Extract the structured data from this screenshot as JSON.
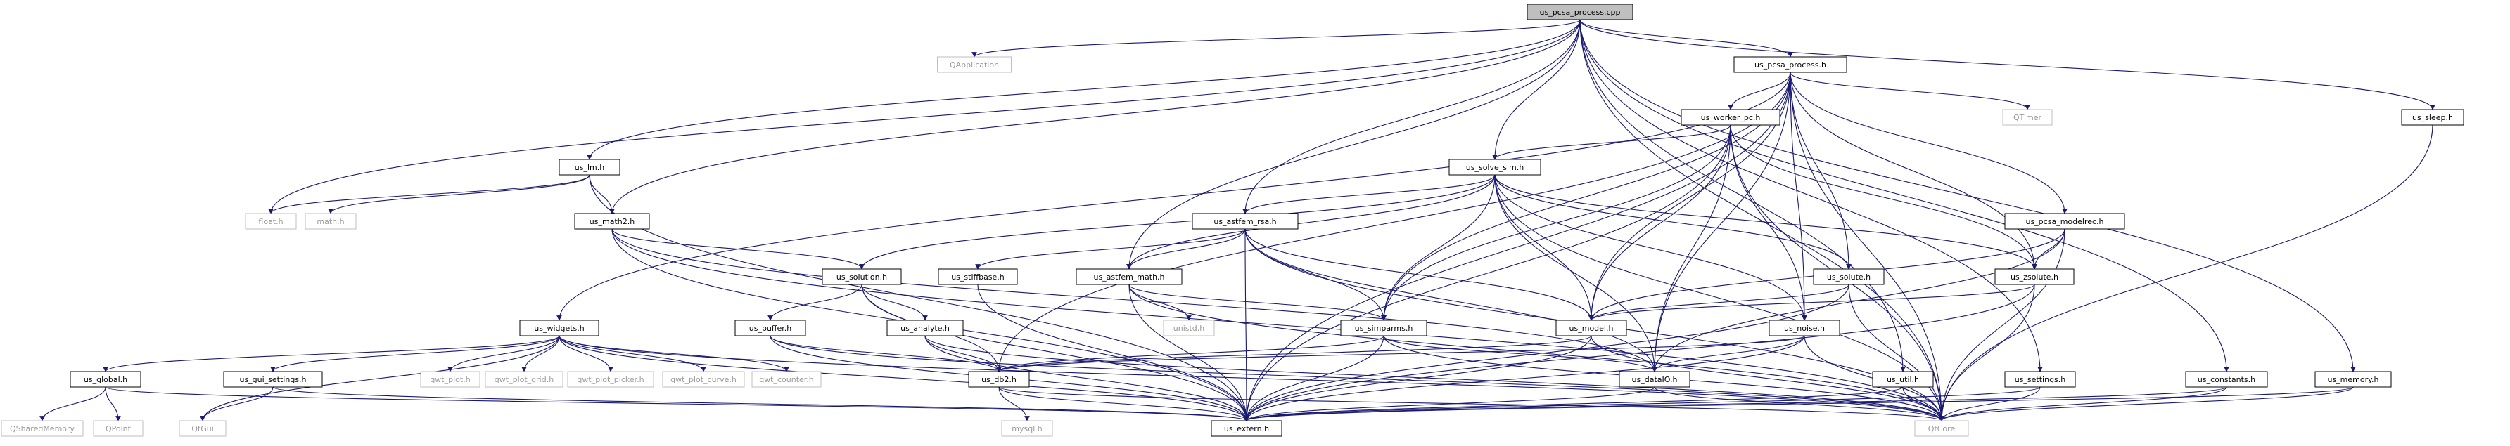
{
  "colors": {
    "edge": "#191970",
    "node_border": "#000000",
    "external_border": "#bfbfbf",
    "root_fill": "#bfbfbf",
    "node_fill": "#ffffff",
    "text": "#000000",
    "external_text": "#9a9a9a"
  },
  "nodes": [
    {
      "id": "root",
      "label": "us_pcsa_process.cpp",
      "kind": "root"
    },
    {
      "id": "qapplication",
      "label": "QApplication",
      "kind": "external"
    },
    {
      "id": "pcsa_h",
      "label": "us_pcsa_process.h",
      "kind": "file"
    },
    {
      "id": "lm_h",
      "label": "us_lm.h",
      "kind": "file"
    },
    {
      "id": "float_h",
      "label": "float.h",
      "kind": "external"
    },
    {
      "id": "math_h",
      "label": "math.h",
      "kind": "external"
    },
    {
      "id": "math2_h",
      "label": "us_math2.h",
      "kind": "file"
    },
    {
      "id": "worker_pc_h",
      "label": "us_worker_pc.h",
      "kind": "file"
    },
    {
      "id": "qtimer",
      "label": "QTimer",
      "kind": "external"
    },
    {
      "id": "solve_sim_h",
      "label": "us_solve_sim.h",
      "kind": "file"
    },
    {
      "id": "sleep_h",
      "label": "us_sleep.h",
      "kind": "file"
    },
    {
      "id": "astfem_rsa_h",
      "label": "us_astfem_rsa.h",
      "kind": "file"
    },
    {
      "id": "pcsa_modelrec_h",
      "label": "us_pcsa_modelrec.h",
      "kind": "file"
    },
    {
      "id": "solution_h",
      "label": "us_solution.h",
      "kind": "file"
    },
    {
      "id": "stiffbase_h",
      "label": "us_stiffbase.h",
      "kind": "file"
    },
    {
      "id": "astfem_math_h",
      "label": "us_astfem_math.h",
      "kind": "file"
    },
    {
      "id": "solute_h",
      "label": "us_solute.h",
      "kind": "file"
    },
    {
      "id": "zsolute_h",
      "label": "us_zsolute.h",
      "kind": "file"
    },
    {
      "id": "widgets_h",
      "label": "us_widgets.h",
      "kind": "file"
    },
    {
      "id": "buffer_h",
      "label": "us_buffer.h",
      "kind": "file"
    },
    {
      "id": "analyte_h",
      "label": "us_analyte.h",
      "kind": "file"
    },
    {
      "id": "unistd_h",
      "label": "unistd.h",
      "kind": "external"
    },
    {
      "id": "simparms_h",
      "label": "us_simparms.h",
      "kind": "file"
    },
    {
      "id": "model_h",
      "label": "us_model.h",
      "kind": "file"
    },
    {
      "id": "noise_h",
      "label": "us_noise.h",
      "kind": "file"
    },
    {
      "id": "global_h",
      "label": "us_global.h",
      "kind": "file"
    },
    {
      "id": "gui_settings_h",
      "label": "us_gui_settings.h",
      "kind": "file"
    },
    {
      "id": "qwt_plot_h",
      "label": "qwt_plot.h",
      "kind": "external"
    },
    {
      "id": "qwt_plot_grid_h",
      "label": "qwt_plot_grid.h",
      "kind": "external"
    },
    {
      "id": "qwt_plot_picker_h",
      "label": "qwt_plot_picker.h",
      "kind": "external"
    },
    {
      "id": "qwt_plot_curve_h",
      "label": "qwt_plot_curve.h",
      "kind": "external"
    },
    {
      "id": "qwt_counter_h",
      "label": "qwt_counter.h",
      "kind": "external"
    },
    {
      "id": "db2_h",
      "label": "us_db2.h",
      "kind": "file"
    },
    {
      "id": "dataio_h",
      "label": "us_dataIO.h",
      "kind": "file"
    },
    {
      "id": "util_h",
      "label": "us_util.h",
      "kind": "file"
    },
    {
      "id": "settings_h",
      "label": "us_settings.h",
      "kind": "file"
    },
    {
      "id": "constants_h",
      "label": "us_constants.h",
      "kind": "file"
    },
    {
      "id": "memory_h",
      "label": "us_memory.h",
      "kind": "file"
    },
    {
      "id": "qsharedmemory",
      "label": "QSharedMemory",
      "kind": "external"
    },
    {
      "id": "qpoint",
      "label": "QPoint",
      "kind": "external"
    },
    {
      "id": "qtgui",
      "label": "QtGui",
      "kind": "external"
    },
    {
      "id": "mysql_h",
      "label": "mysql.h",
      "kind": "external"
    },
    {
      "id": "extern_h",
      "label": "us_extern.h",
      "kind": "file"
    },
    {
      "id": "qtcore",
      "label": "QtCore",
      "kind": "external"
    }
  ],
  "edges": [
    [
      "root",
      "qapplication"
    ],
    [
      "root",
      "pcsa_h"
    ],
    [
      "root",
      "lm_h"
    ],
    [
      "root",
      "float_h"
    ],
    [
      "root",
      "math2_h"
    ],
    [
      "root",
      "solve_sim_h"
    ],
    [
      "root",
      "astfem_rsa_h"
    ],
    [
      "root",
      "astfem_math_h"
    ],
    [
      "root",
      "sleep_h"
    ],
    [
      "root",
      "settings_h"
    ],
    [
      "root",
      "constants_h"
    ],
    [
      "root",
      "memory_h"
    ],
    [
      "root",
      "qtcore"
    ],
    [
      "root",
      "util_h"
    ],
    [
      "pcsa_h",
      "worker_pc_h"
    ],
    [
      "pcsa_h",
      "qtimer"
    ],
    [
      "pcsa_h",
      "pcsa_modelrec_h"
    ],
    [
      "pcsa_h",
      "solute_h"
    ],
    [
      "pcsa_h",
      "zsolute_h"
    ],
    [
      "pcsa_h",
      "model_h"
    ],
    [
      "pcsa_h",
      "noise_h"
    ],
    [
      "pcsa_h",
      "dataio_h"
    ],
    [
      "pcsa_h",
      "simparms_h"
    ],
    [
      "pcsa_h",
      "widgets_h"
    ],
    [
      "pcsa_h",
      "db2_h"
    ],
    [
      "pcsa_h",
      "extern_h"
    ],
    [
      "pcsa_h",
      "qtcore"
    ],
    [
      "lm_h",
      "float_h"
    ],
    [
      "lm_h",
      "math_h"
    ],
    [
      "lm_h",
      "math2_h"
    ],
    [
      "lm_h",
      "extern_h"
    ],
    [
      "math2_h",
      "solution_h"
    ],
    [
      "math2_h",
      "dataio_h"
    ],
    [
      "math2_h",
      "extern_h"
    ],
    [
      "math2_h",
      "qtcore"
    ],
    [
      "worker_pc_h",
      "solve_sim_h"
    ],
    [
      "worker_pc_h",
      "zsolute_h"
    ],
    [
      "worker_pc_h",
      "model_h"
    ],
    [
      "worker_pc_h",
      "noise_h"
    ],
    [
      "worker_pc_h",
      "dataio_h"
    ],
    [
      "worker_pc_h",
      "simparms_h"
    ],
    [
      "worker_pc_h",
      "qtcore"
    ],
    [
      "worker_pc_h",
      "extern_h"
    ],
    [
      "solve_sim_h",
      "astfem_rsa_h"
    ],
    [
      "solve_sim_h",
      "astfem_math_h"
    ],
    [
      "solve_sim_h",
      "solute_h"
    ],
    [
      "solve_sim_h",
      "zsolute_h"
    ],
    [
      "solve_sim_h",
      "model_h"
    ],
    [
      "solve_sim_h",
      "noise_h"
    ],
    [
      "solve_sim_h",
      "dataio_h"
    ],
    [
      "solve_sim_h",
      "simparms_h"
    ],
    [
      "solve_sim_h",
      "solution_h"
    ],
    [
      "solve_sim_h",
      "qtcore"
    ],
    [
      "astfem_rsa_h",
      "stiffbase_h"
    ],
    [
      "astfem_rsa_h",
      "astfem_math_h"
    ],
    [
      "astfem_rsa_h",
      "model_h"
    ],
    [
      "astfem_rsa_h",
      "simparms_h"
    ],
    [
      "astfem_rsa_h",
      "dataio_h"
    ],
    [
      "astfem_rsa_h",
      "extern_h"
    ],
    [
      "astfem_rsa_h",
      "qtcore"
    ],
    [
      "pcsa_modelrec_h",
      "zsolute_h"
    ],
    [
      "pcsa_modelrec_h",
      "model_h"
    ],
    [
      "pcsa_modelrec_h",
      "dataio_h"
    ],
    [
      "pcsa_modelrec_h",
      "qtcore"
    ],
    [
      "solution_h",
      "buffer_h"
    ],
    [
      "solution_h",
      "analyte_h"
    ],
    [
      "solution_h",
      "db2_h"
    ],
    [
      "solution_h",
      "extern_h"
    ],
    [
      "stiffbase_h",
      "extern_h"
    ],
    [
      "astfem_math_h",
      "unistd_h"
    ],
    [
      "astfem_math_h",
      "simparms_h"
    ],
    [
      "astfem_math_h",
      "extern_h"
    ],
    [
      "astfem_math_h",
      "qtcore"
    ],
    [
      "solute_h",
      "model_h"
    ],
    [
      "solute_h",
      "extern_h"
    ],
    [
      "solute_h",
      "qtcore"
    ],
    [
      "zsolute_h",
      "model_h"
    ],
    [
      "zsolute_h",
      "extern_h"
    ],
    [
      "zsolute_h",
      "qtcore"
    ],
    [
      "widgets_h",
      "global_h"
    ],
    [
      "widgets_h",
      "gui_settings_h"
    ],
    [
      "widgets_h",
      "qtgui"
    ],
    [
      "widgets_h",
      "qwt_plot_h"
    ],
    [
      "widgets_h",
      "qwt_plot_grid_h"
    ],
    [
      "widgets_h",
      "qwt_plot_picker_h"
    ],
    [
      "widgets_h",
      "qwt_plot_curve_h"
    ],
    [
      "widgets_h",
      "qwt_counter_h"
    ],
    [
      "widgets_h",
      "extern_h"
    ],
    [
      "widgets_h",
      "qtcore"
    ],
    [
      "buffer_h",
      "db2_h"
    ],
    [
      "buffer_h",
      "extern_h"
    ],
    [
      "buffer_h",
      "qtcore"
    ],
    [
      "analyte_h",
      "db2_h"
    ],
    [
      "analyte_h",
      "extern_h"
    ],
    [
      "analyte_h",
      "qtcore"
    ],
    [
      "simparms_h",
      "db2_h"
    ],
    [
      "simparms_h",
      "dataio_h"
    ],
    [
      "simparms_h",
      "extern_h"
    ],
    [
      "simparms_h",
      "qtcore"
    ],
    [
      "model_h",
      "db2_h"
    ],
    [
      "model_h",
      "extern_h"
    ],
    [
      "model_h",
      "qtcore"
    ],
    [
      "noise_h",
      "db2_h"
    ],
    [
      "noise_h",
      "dataio_h"
    ],
    [
      "noise_h",
      "extern_h"
    ],
    [
      "noise_h",
      "qtcore"
    ],
    [
      "global_h",
      "qsharedmemory"
    ],
    [
      "global_h",
      "qpoint"
    ],
    [
      "global_h",
      "extern_h"
    ],
    [
      "gui_settings_h",
      "qtgui"
    ],
    [
      "gui_settings_h",
      "extern_h"
    ],
    [
      "db2_h",
      "mysql_h"
    ],
    [
      "db2_h",
      "extern_h"
    ],
    [
      "db2_h",
      "qtcore"
    ],
    [
      "dataio_h",
      "extern_h"
    ],
    [
      "dataio_h",
      "qtcore"
    ],
    [
      "util_h",
      "extern_h"
    ],
    [
      "util_h",
      "qtcore"
    ],
    [
      "settings_h",
      "extern_h"
    ],
    [
      "settings_h",
      "qtcore"
    ],
    [
      "constants_h",
      "extern_h"
    ],
    [
      "constants_h",
      "qtcore"
    ],
    [
      "memory_h",
      "extern_h"
    ],
    [
      "memory_h",
      "qtcore"
    ],
    [
      "sleep_h",
      "qtcore"
    ]
  ]
}
